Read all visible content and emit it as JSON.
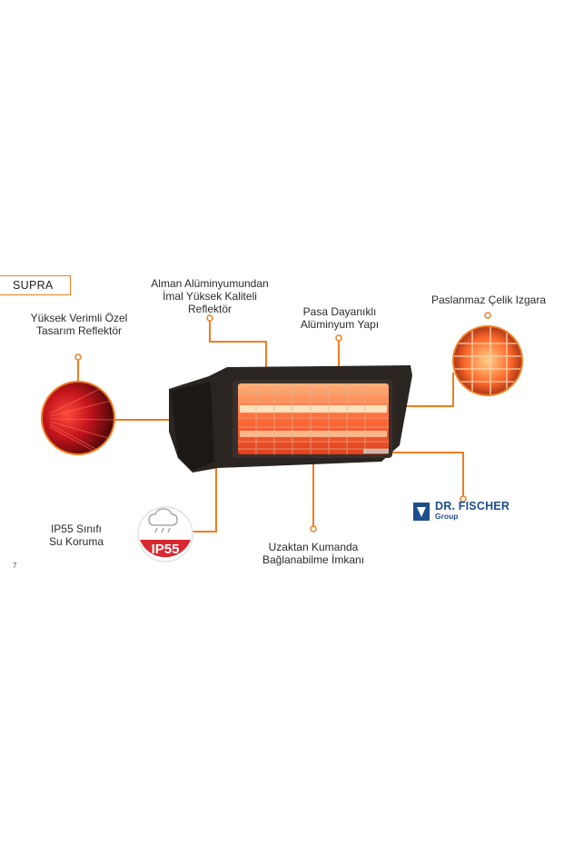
{
  "tab": {
    "label": "SUPRA"
  },
  "features": {
    "reflector_design": {
      "line1": "Yüksek Verimli Özel",
      "line2": "Tasarım Reflektör"
    },
    "aluminum_reflector": {
      "line1": "Alman Alüminyumundan",
      "line2": "İmal Yüksek Kaliteli",
      "line3": "Reflektör"
    },
    "rust_resistant": {
      "line1": "Pasa Dayanıklı",
      "line2": "Alüminyum Yapı"
    },
    "steel_grille": {
      "line1": "Paslanmaz Çelik Izgara"
    },
    "ip55": {
      "line1": "IP55 Sınıfı",
      "line2": "Su Koruma",
      "badge": "IP55"
    },
    "remote": {
      "line1": "Uzaktan Kumanda",
      "line2": "Bağlanabilme İmkanı"
    }
  },
  "logo": {
    "title": "DR. FISCHER",
    "subtitle": "Group"
  },
  "page_number": "7",
  "colors": {
    "accent": "#f07d1f",
    "heater_body": "#2b2522",
    "glow": "#ff5a1f",
    "ip_red": "#d7282f",
    "logo_blue": "#1f4e8c"
  }
}
